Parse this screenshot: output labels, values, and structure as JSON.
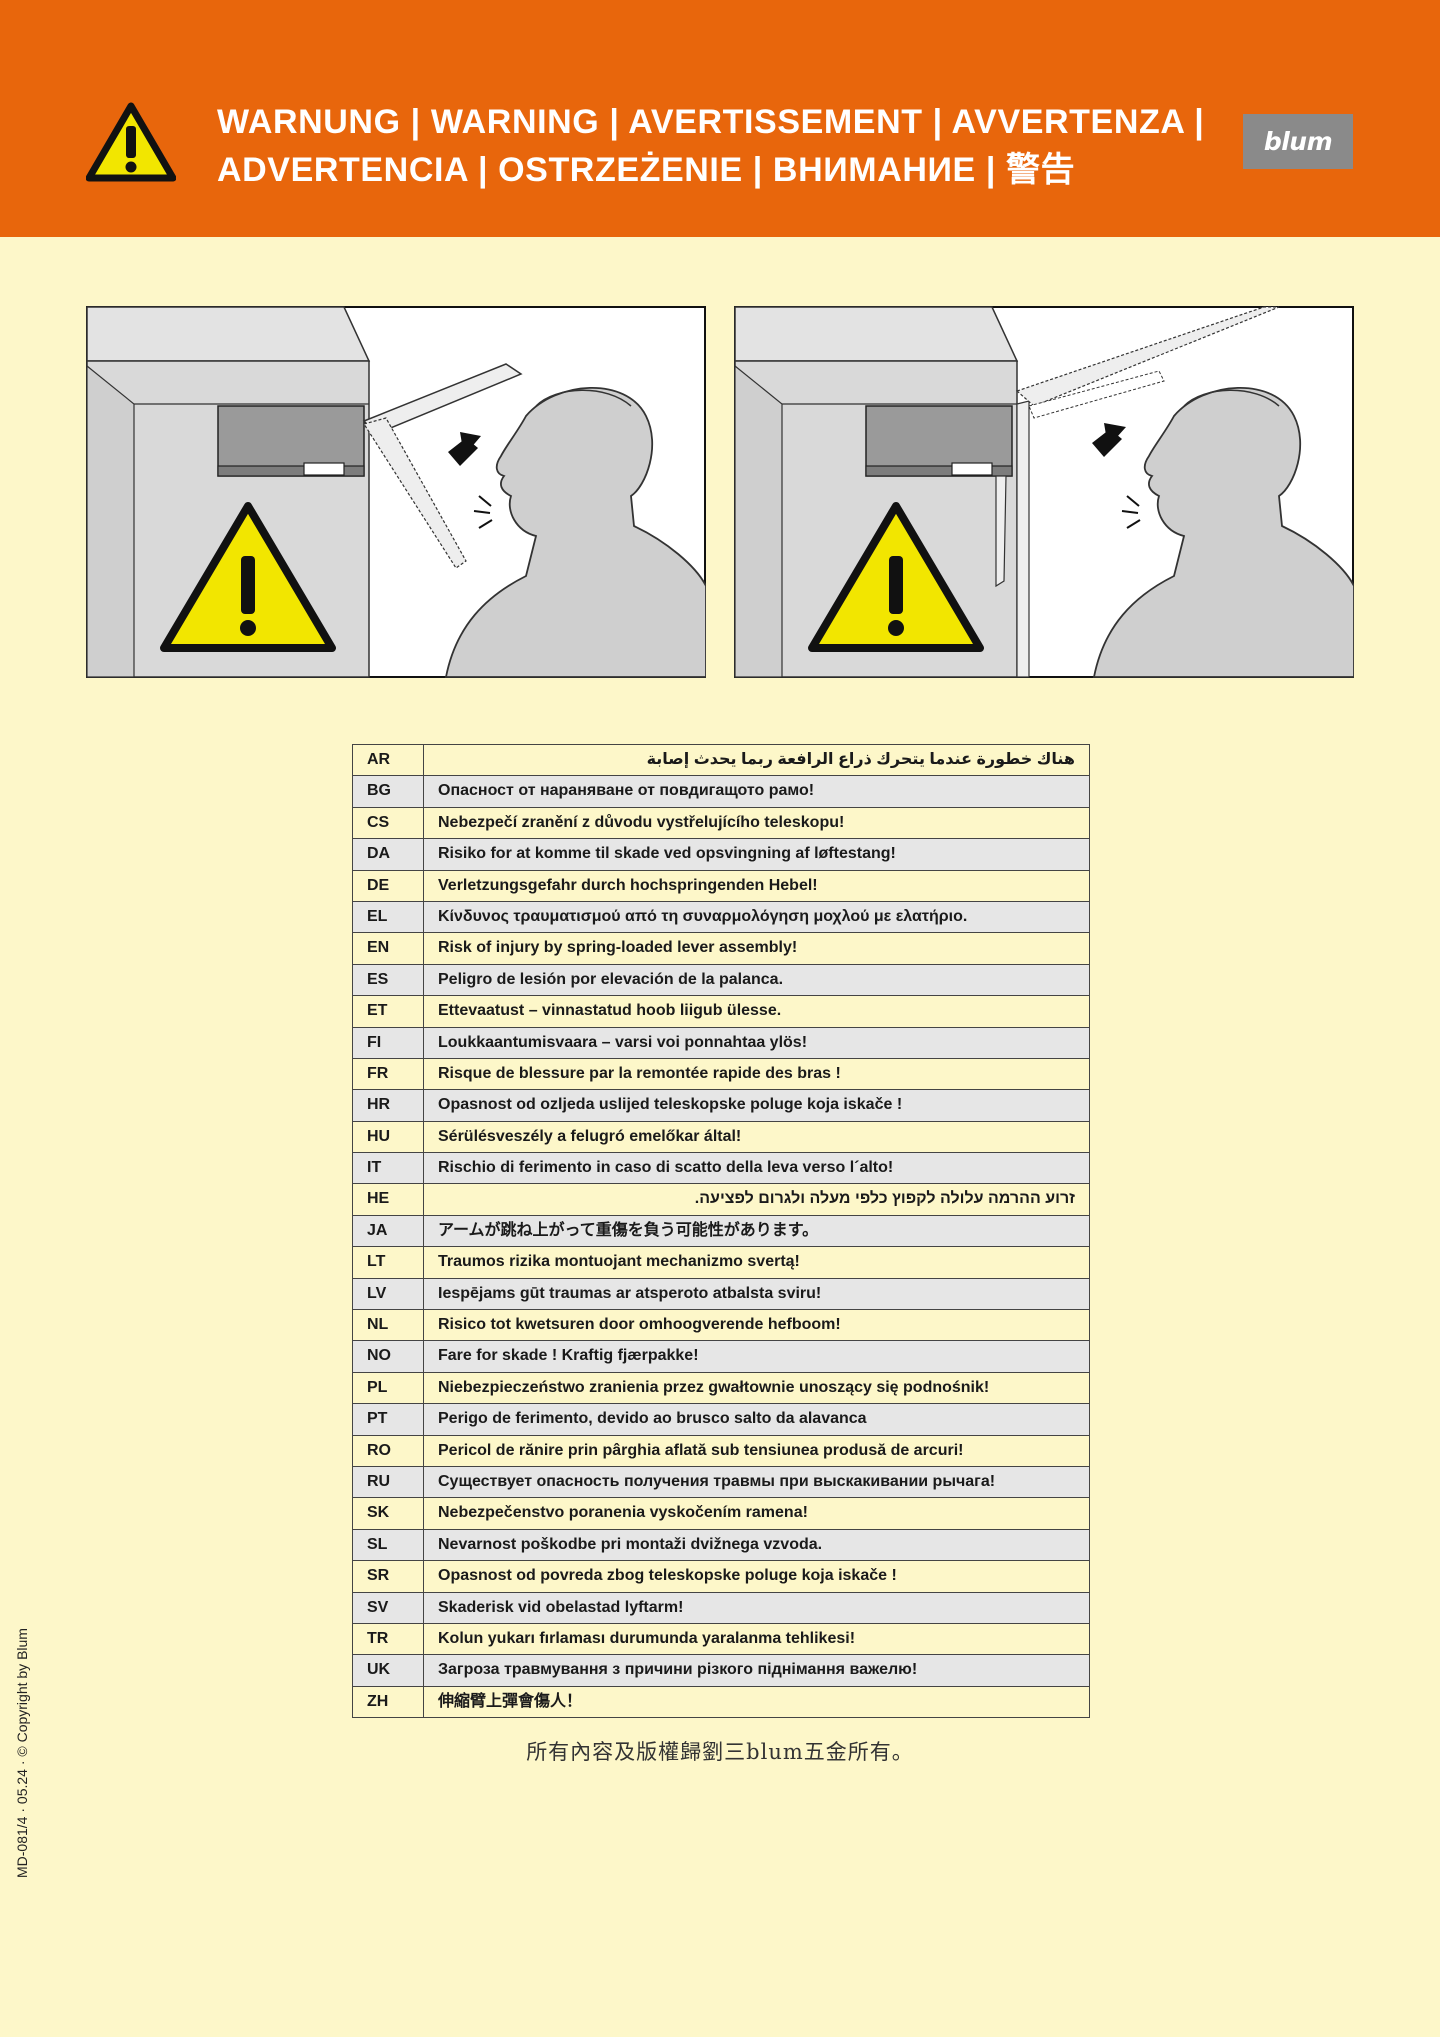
{
  "header": {
    "title_line1": "WARNUNG | WARNING | AVERTISSEMENT | AVVERTENZA |",
    "title_line2": "ADVERTENCIA | OSTRZEŻENIE | ВНИМАНИЕ | 警告",
    "logo": "blum",
    "background_color": "#e8660c",
    "icon": "warning-triangle-icon"
  },
  "table": {
    "rows": [
      {
        "code": "AR",
        "text": "هناك خطورة عندما يتحرك ذراع الرافعة ربما يحدث إصابة"
      },
      {
        "code": "BG",
        "text": "Опасност от нараняване от повдигащото рамо!"
      },
      {
        "code": "CS",
        "text": "Nebezpečí zranění z důvodu vystřelujícího teleskopu!"
      },
      {
        "code": "DA",
        "text": "Risiko for at komme til skade ved opsvingning af løftestang!"
      },
      {
        "code": "DE",
        "text": "Verletzungsgefahr durch hochspringenden Hebel!"
      },
      {
        "code": "EL",
        "text": "Κίνδυνος τραυματισμού από τη συναρμολόγηση μοχλού με ελατήριο."
      },
      {
        "code": "EN",
        "text": "Risk of injury by spring-loaded lever assembly!"
      },
      {
        "code": "ES",
        "text": "Peligro de lesión por elevación de la palanca."
      },
      {
        "code": "ET",
        "text": "Ettevaatust – vinnastatud hoob liigub ülesse."
      },
      {
        "code": "FI",
        "text": "Loukkaantumisvaara – varsi voi ponnahtaa ylös!"
      },
      {
        "code": "FR",
        "text": "Risque de blessure par la remontée rapide des bras !"
      },
      {
        "code": "HR",
        "text": "Opasnost od ozljeda uslijed teleskopske poluge koja iskače !"
      },
      {
        "code": "HU",
        "text": "Sérülésveszély a felugró emelőkar által!"
      },
      {
        "code": "IT",
        "text": "Rischio di ferimento in caso di scatto della leva verso l´alto!"
      },
      {
        "code": "HE",
        "text": "זרוע ההרמה עלולה לקפוץ כלפי מעלה ולגרום לפציעה."
      },
      {
        "code": "JA",
        "text": "アームが跳ね上がって重傷を負う可能性があります。"
      },
      {
        "code": "LT",
        "text": "Traumos rizika montuojant mechanizmo svertą!"
      },
      {
        "code": "LV",
        "text": "Iespējams gūt traumas ar atsperoto atbalsta sviru!"
      },
      {
        "code": "NL",
        "text": "Risico tot kwetsuren door omhoogverende hefboom!"
      },
      {
        "code": "NO",
        "text": "Fare for skade ! Kraftig fjærpakke!"
      },
      {
        "code": "PL",
        "text": "Niebezpieczeństwo zranienia przez gwałtownie unoszący się podnośnik!"
      },
      {
        "code": "PT",
        "text": "Perigo de ferimento, devido ao brusco salto da alavanca"
      },
      {
        "code": "RO",
        "text": "Pericol de rănire prin pârghia aflată sub tensiunea produsă de arcuri!"
      },
      {
        "code": "RU",
        "text": "Существует опасность получения травмы при выскакивании рычага!"
      },
      {
        "code": "SK",
        "text": "Nebezpečenstvo poranenia vyskočením ramena!"
      },
      {
        "code": "SL",
        "text": "Nevarnost poškodbe pri montaži dvižnega vzvoda."
      },
      {
        "code": "SR",
        "text": "Opasnost od povreda zbog teleskopske poluge koja iskače !"
      },
      {
        "code": "SV",
        "text": "Skaderisk vid obelastad lyftarm!"
      },
      {
        "code": "TR",
        "text": "Kolun yukarı fırlaması durumunda yaralanma tehlikesi!"
      },
      {
        "code": "UK",
        "text": "Загроза травмування з причини різкого піднімання важелю!"
      },
      {
        "code": "ZH",
        "text": "伸縮臂上彈會傷人！"
      }
    ]
  },
  "footer": {
    "copyright_zh": "所有內容及版權歸劉三blum五金所有。",
    "side_text": "MD-081/4 · 05.24 · © Copyright by Blum"
  },
  "colors": {
    "page_background": "#fdf7c9",
    "warning_yellow": "#f2e600",
    "illustration_gray": "#d9d9d9"
  }
}
